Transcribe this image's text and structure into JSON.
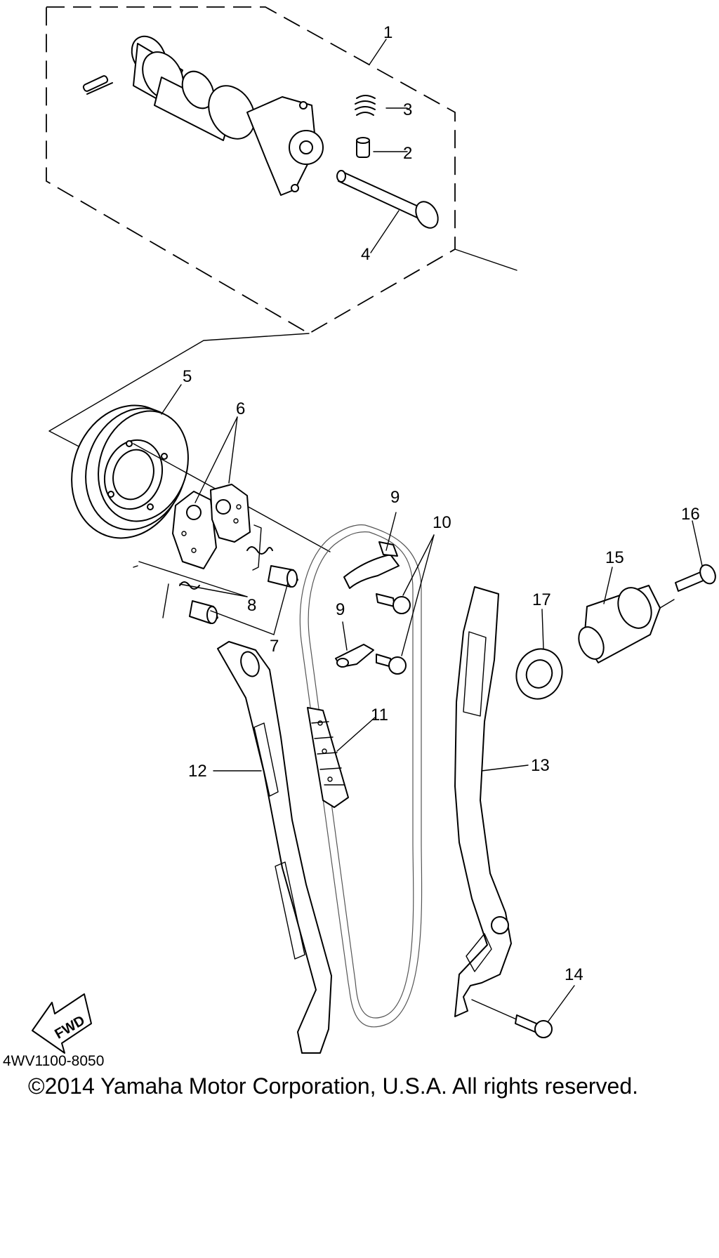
{
  "diagram": {
    "callouts": {
      "c1": "1",
      "c2": "2",
      "c3": "3",
      "c4": "4",
      "c5": "5",
      "c6": "6",
      "c7": "7",
      "c8": "8",
      "c9a": "9",
      "c9b": "9",
      "c10": "10",
      "c11": "11",
      "c12": "12",
      "c13": "13",
      "c14": "14",
      "c15": "15",
      "c16": "16",
      "c17": "17"
    },
    "fwd_label": "FWD",
    "drawing_code": "4WV1100-8050",
    "copyright": "©2014 Yamaha Motor Corporation, U.S.A. All rights reserved."
  }
}
